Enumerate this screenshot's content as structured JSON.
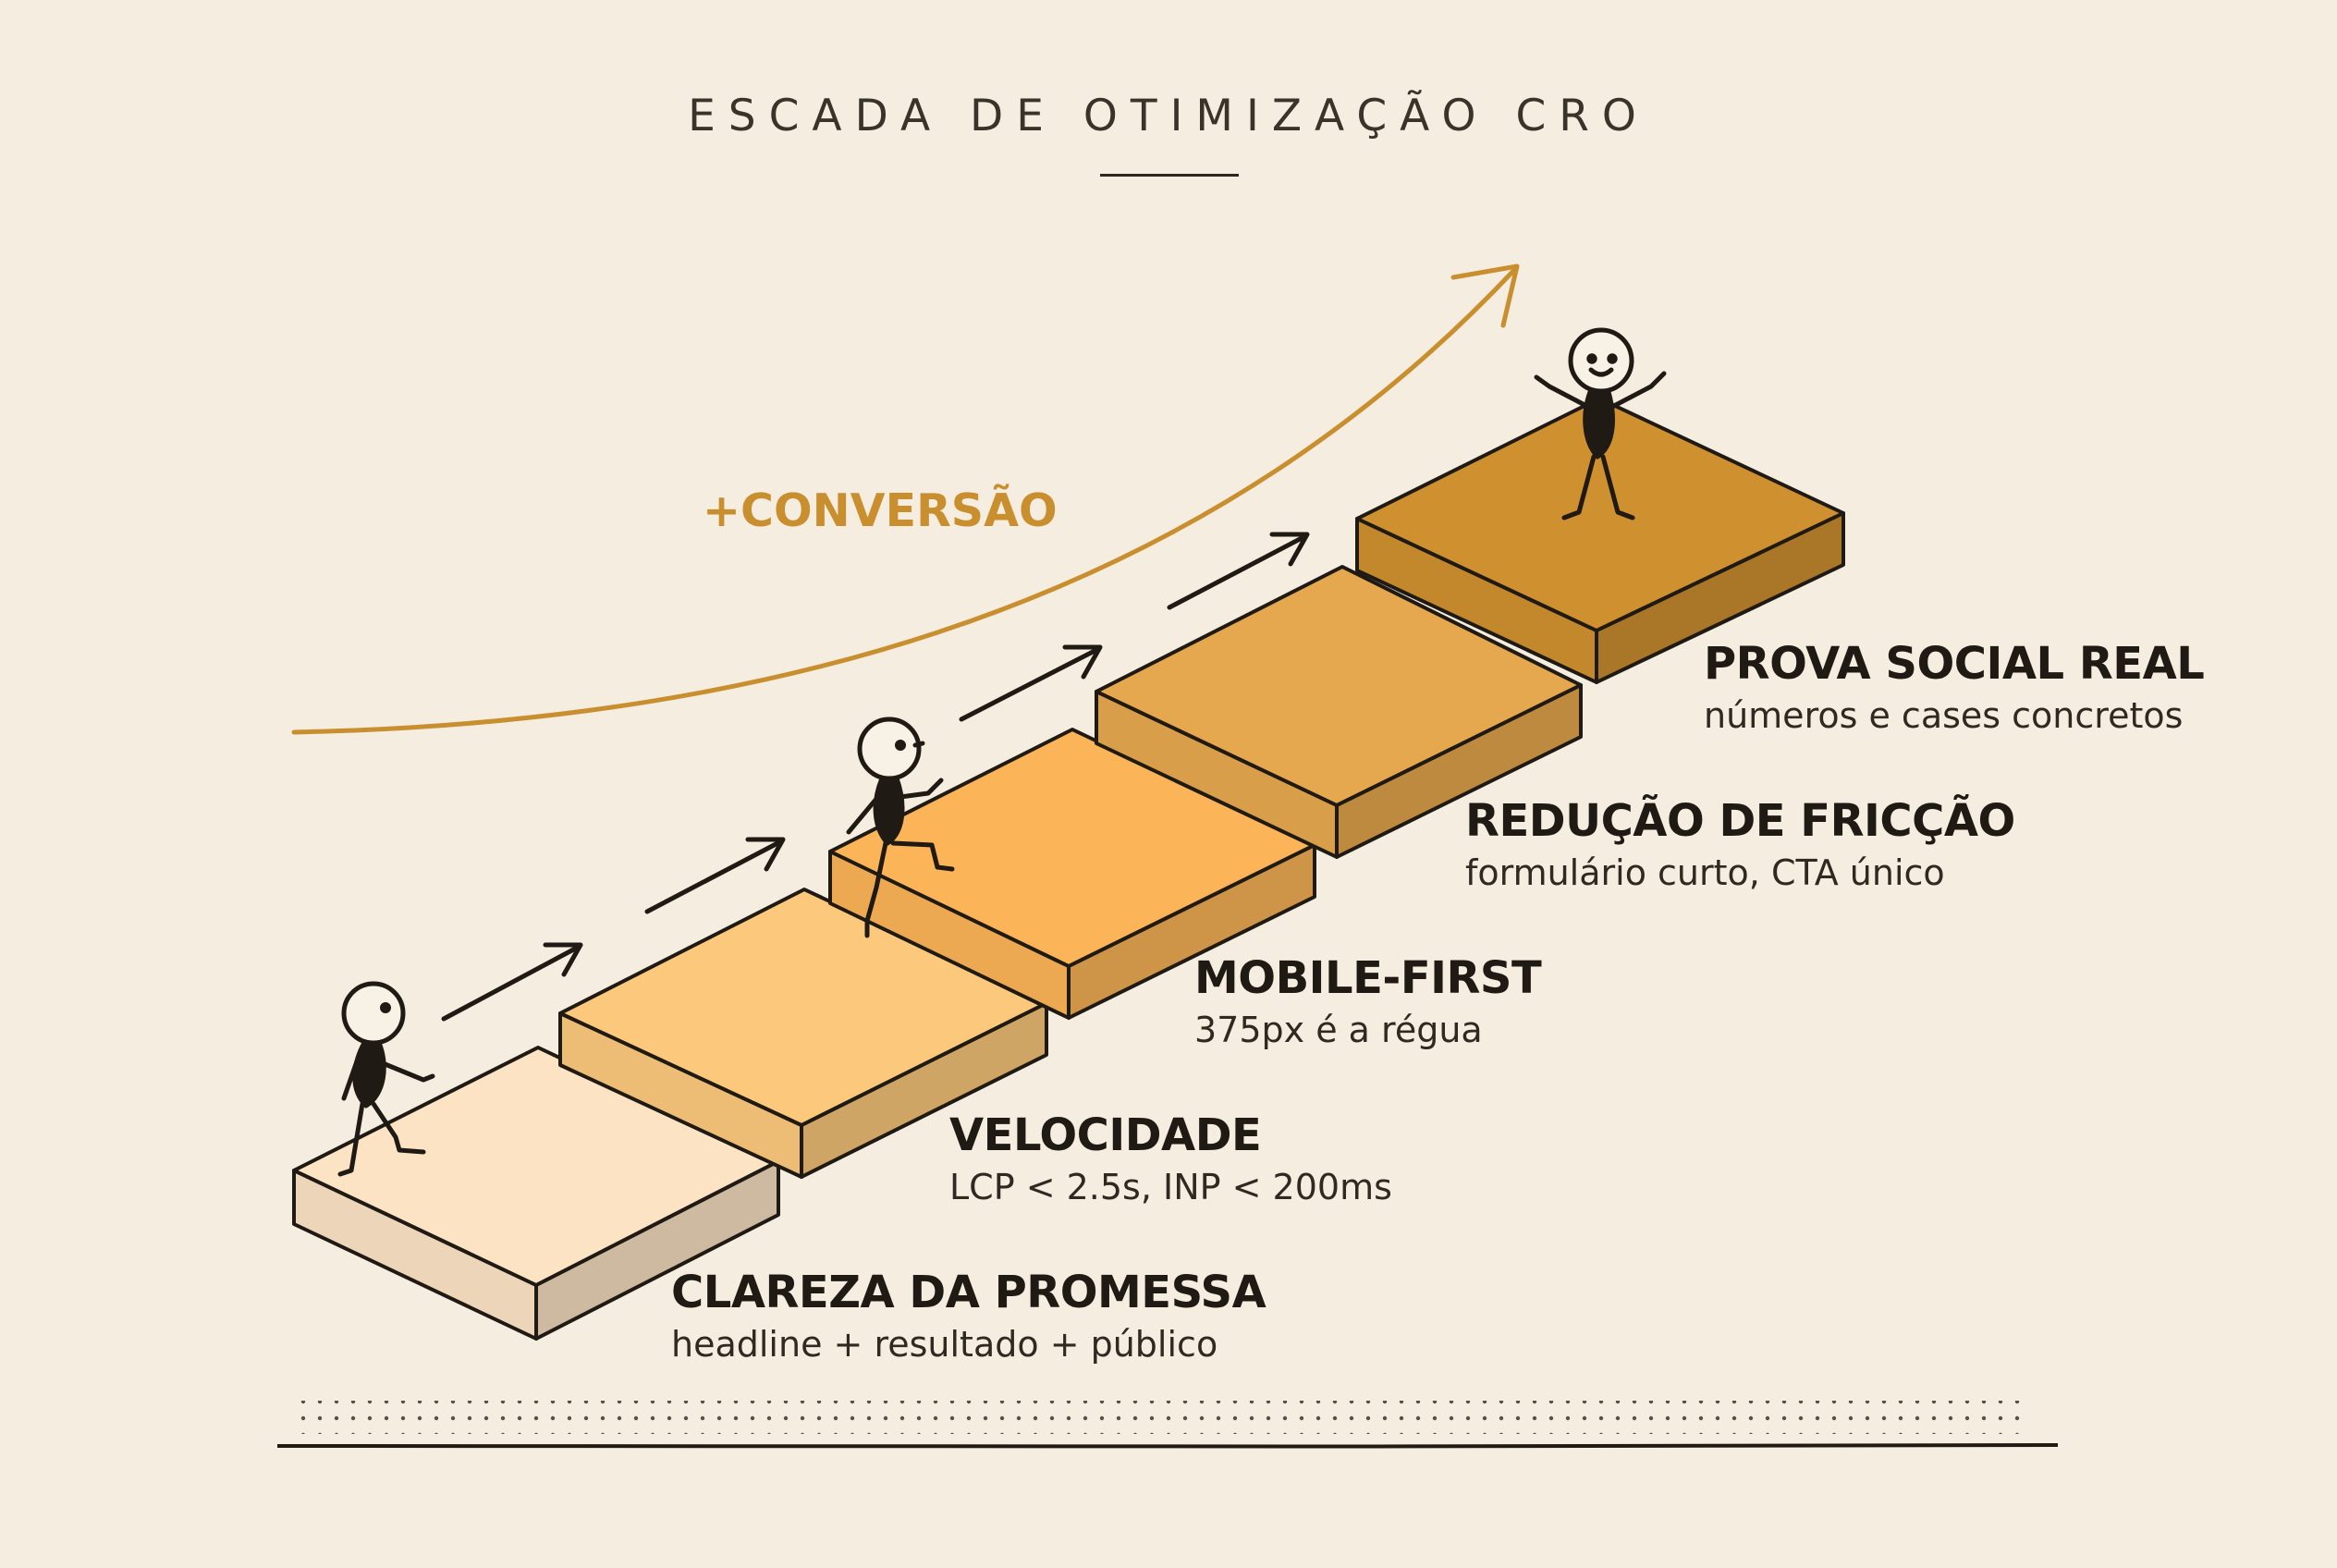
{
  "title": "ESCADA DE OTIMIZAÇÃO CRO",
  "growth_label": "+CONVERSÃO",
  "colors": {
    "background": "#f4ede0",
    "accent": "#c98f2f",
    "ink": "#1f1a14"
  },
  "steps": [
    {
      "title": "CLAREZA DA PROMESSA",
      "subtitle": "headline + resultado + público",
      "color": "#fbe3c4"
    },
    {
      "title": "VELOCIDADE",
      "subtitle": "LCP < 2.5s, INP < 200ms",
      "color": "#fcc97c"
    },
    {
      "title": "MOBILE-FIRST",
      "subtitle": "375px é a régua",
      "color": "#fbb457"
    },
    {
      "title": "REDUÇÃO DE FRICÇÃO",
      "subtitle": "formulário curto, CTA único",
      "color": "#e6a84e"
    },
    {
      "title": "PROVA SOCIAL REAL",
      "subtitle": "números e cases concretos",
      "color": "#cf902f"
    }
  ]
}
